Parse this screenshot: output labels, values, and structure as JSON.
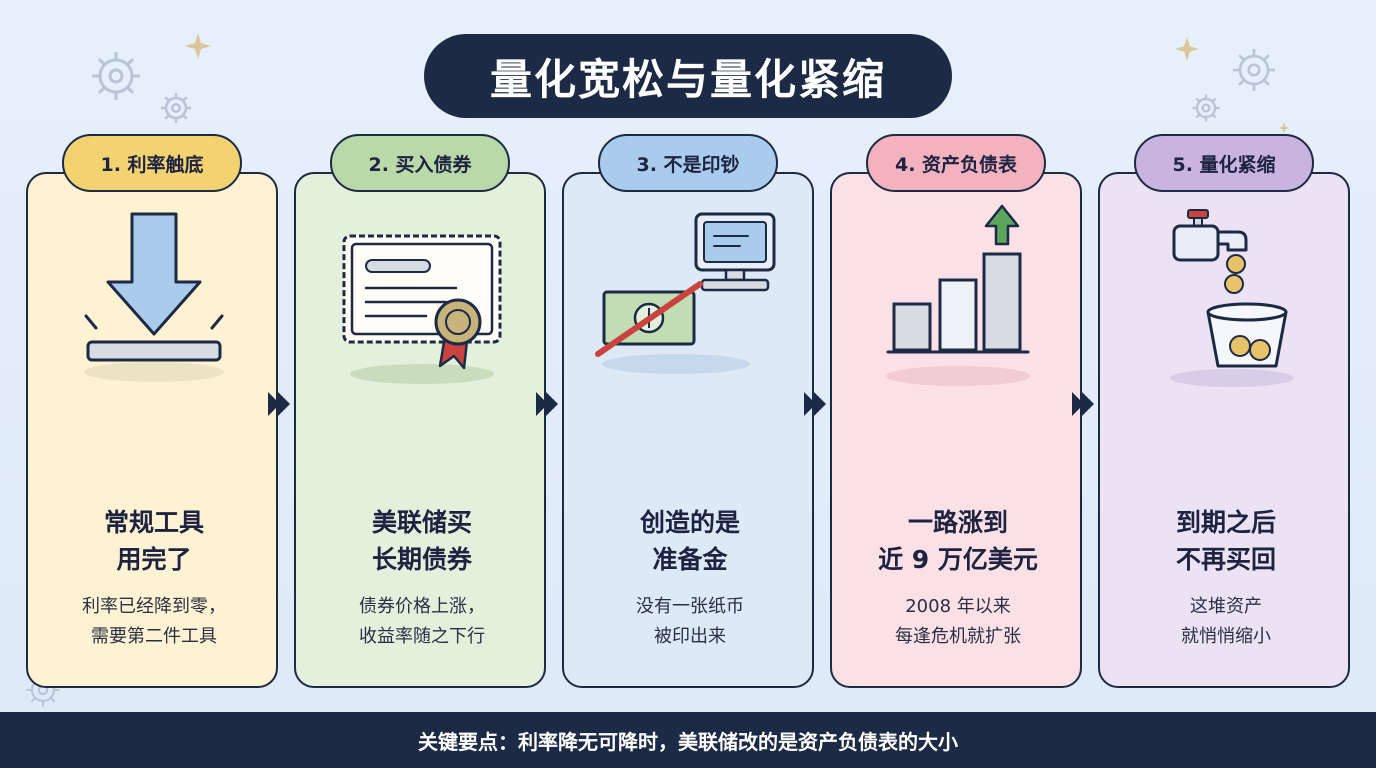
{
  "title": "量化宽松与量化紧缩",
  "steps": [
    {
      "badge": "1. 利率触底",
      "headline": [
        "常规工具",
        "用完了"
      ],
      "desc": [
        "利率已经降到零，",
        "需要第二件工具"
      ],
      "color": "#fdf3d2",
      "badge_color": "#f3d270",
      "icon": "down-arrow-floor-icon"
    },
    {
      "badge": "2. 买入债券",
      "headline": [
        "美联储买",
        "长期债券"
      ],
      "desc": [
        "债券价格上涨，",
        "收益率随之下行"
      ],
      "color": "#e3f0dc",
      "badge_color": "#b9d9a8",
      "icon": "bond-certificate-icon"
    },
    {
      "badge": "3. 不是印钞",
      "headline": [
        "创造的是",
        "准备金"
      ],
      "desc": [
        "没有一张纸币",
        "被印出来"
      ],
      "color": "#dde9f7",
      "badge_color": "#a9ccec",
      "icon": "crossed-money-computer-icon"
    },
    {
      "badge": "4. 资产负债表",
      "headline": [
        "一路涨到",
        "近 9 万亿美元"
      ],
      "desc": [
        "2008 年以来",
        "每逢危机就扩张"
      ],
      "color": "#fbe1e6",
      "badge_color": "#f2b3bf",
      "icon": "rising-bar-chart-icon"
    },
    {
      "badge": "5. 量化紧缩",
      "headline": [
        "到期之后",
        "不再买回"
      ],
      "desc": [
        "这堆资产",
        "就悄悄缩小"
      ],
      "color": "#ebe3f4",
      "badge_color": "#c9b4e0",
      "icon": "faucet-coins-bowl-icon"
    }
  ],
  "footer": "关键要点：利率降无可降时，美联储改的是资产负债表的大小"
}
